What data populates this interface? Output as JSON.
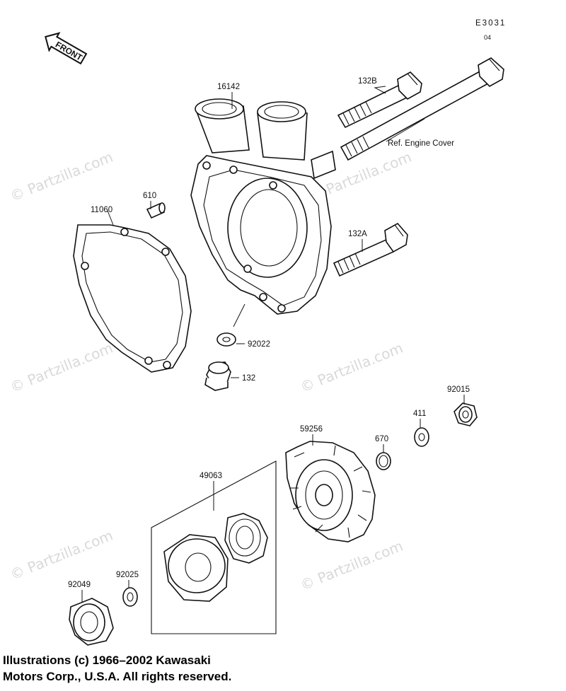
{
  "diagram_code": "E3031",
  "diagram_code_sub": "04",
  "front_label": "FRONT",
  "watermark": "© Partzilla.com",
  "parts": {
    "p16142": "16142",
    "p132B": "132B",
    "ref_engine_cover": "Ref. Engine Cover",
    "p610": "610",
    "p11060": "11060",
    "p132A": "132A",
    "p92022": "92022",
    "p132": "132",
    "p92015": "92015",
    "p411": "411",
    "p670": "670",
    "p59256": "59256",
    "p49063": "49063",
    "p92025": "92025",
    "p92049": "92049"
  },
  "copyright": {
    "line1": "Illustrations (c) 1966–2002 Kawasaki",
    "line2": "Motors Corp., U.S.A.  All rights reserved."
  }
}
